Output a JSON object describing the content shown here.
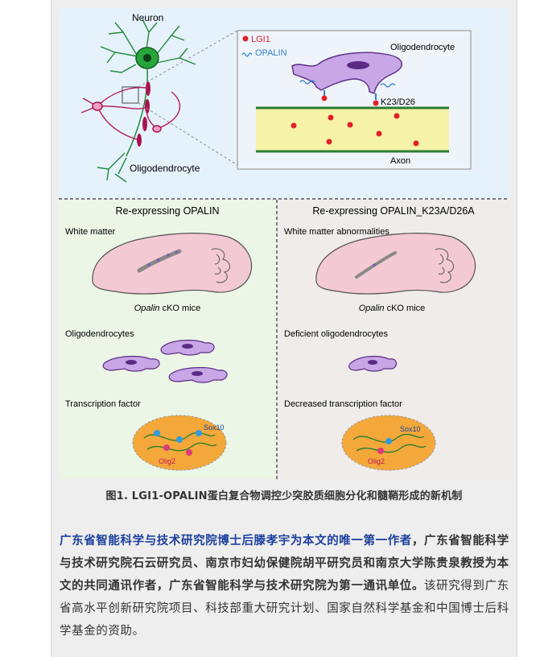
{
  "figure": {
    "top": {
      "neuron_label": "Neuron",
      "oligodendrocyte_label": "Oligodendrocyte",
      "inset": {
        "legend_lgi1": "LGI1",
        "legend_opalin": "OPALIN",
        "oligodendrocyte_label": "Oligodendrocyte",
        "mutation_label": "K23/D26",
        "axon_label": "Axon"
      }
    },
    "left_panel": {
      "title": "Re-expressing OPALIN",
      "white_matter": "White matter",
      "mice_italic": "Opalin",
      "mice_rest": " cKO mice",
      "oligodendrocytes": "Oligodendrocytes",
      "transcription": "Transcription factor",
      "sox10": "Sox10",
      "olig2": "Olig2"
    },
    "right_panel": {
      "title": "Re-expressing OPALIN_K23A/D26A",
      "white_matter": "White matter abnormalities",
      "mice_italic": "Opalin",
      "mice_rest": " cKO mice",
      "oligodendrocytes": "Deficient oligodendrocytes",
      "transcription": "Decreased transcription factor",
      "sox10": "Sox10",
      "olig2": "Olig2"
    },
    "colors": {
      "top_bg": "#e6f2fb",
      "left_bg": "#ebf6e6",
      "right_bg": "#f0ecea",
      "brain": "#f3c9d4",
      "cell": "#c9a6e6",
      "nucleus": "#5b2a86",
      "lgi1": "#e0202a",
      "opalin": "#2f7fd0",
      "neuron": "#26a63a",
      "axon": "#f6f2a8",
      "nucleus_cell": "#f4a83a"
    }
  },
  "caption": "图1. LGI1-OPALIN蛋白复合物调控少突胶质细胞分化和髓鞘形成的新机制",
  "paragraph": {
    "highlight": "广东省智能科学与技术研究院博士后滕孝宇为本文的唯一第一作者",
    "bold": "，广东省智能科学与技术研究院石云研究员、南京市妇幼保健院胡平研究员和南京大学陈贵泉教授为本文的共同通讯作者，广东省智能科学与技术研究院为第一通讯单位。",
    "normal": "该研究得到广东省高水平创新研究院项目、科技部重大研究计划、国家自然科学基金和中国博士后科学基金的资助。"
  }
}
